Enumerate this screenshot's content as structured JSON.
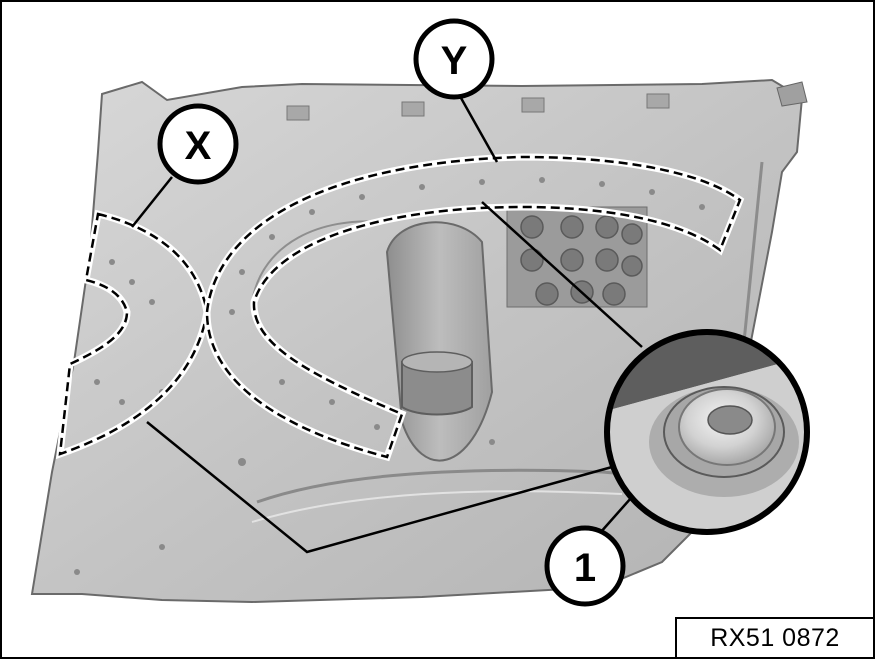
{
  "callouts": {
    "x": "X",
    "y": "Y",
    "one": "1"
  },
  "reference_code": "RX51 0872",
  "colors": {
    "panel": "#c9c9c9",
    "panel_dark": "#9a9a9a",
    "outline": "#000000",
    "zone_border": "#ffffff"
  }
}
